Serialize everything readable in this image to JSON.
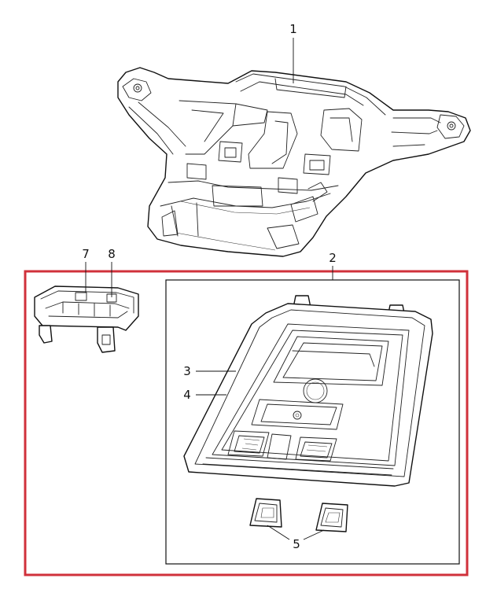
{
  "diagram": {
    "colors": {
      "highlight_box": "#d0313b",
      "line": "#111111",
      "background": "#ffffff"
    },
    "callouts": {
      "c1": "1",
      "c2": "2",
      "c3": "3",
      "c4": "4",
      "c5": "5",
      "c7": "7",
      "c8": "8"
    }
  }
}
